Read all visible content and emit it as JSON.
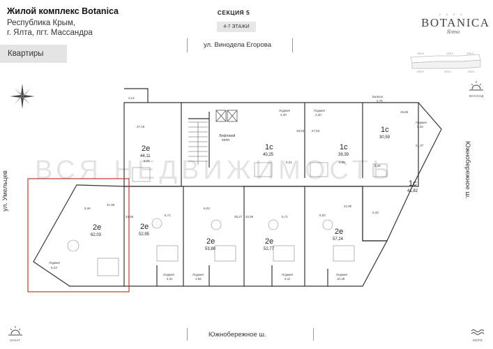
{
  "header": {
    "title": "Жилой комплекс Botanica",
    "address_line1": "Республика Крым,",
    "address_line2": "г. Ялта, пгт. Массандра"
  },
  "section": {
    "title": "СЕКЦИЯ 5",
    "floors": "4-7 ЭТАЖИ"
  },
  "nav": {
    "apartments_tab": "Квартиры"
  },
  "logo": {
    "word": "BOTANICA",
    "sub": "Ялта",
    "nums": "2024"
  },
  "streets": {
    "top": "ул. Винодела Егорова",
    "left": "ул. Умельцев",
    "right": "Южнобережное ш.",
    "bottom": "Южнобережное ш."
  },
  "compass": {
    "sunrise": "ВОСХОД",
    "sunset": "ЗАКАТ",
    "sea": "МОРЕ"
  },
  "watermark": "ВСЯ НЕДВИЖИМОСТЬ",
  "common": {
    "elevator_hall_l1": "Лифтовой",
    "elevator_hall_l2": "холл"
  },
  "apartments": [
    {
      "id": "apt-top-2e",
      "type": "2e",
      "area": "44,11",
      "rooms": [
        "27,16",
        "6,01"
      ],
      "extras": [
        "2,12"
      ]
    },
    {
      "id": "apt-top-1c-a",
      "type": "1c",
      "area": "40,25",
      "rooms": [
        "26,53",
        "5,31"
      ],
      "extras": [
        "Лоджия",
        "4,40"
      ]
    },
    {
      "id": "apt-top-1c-b",
      "type": "1c",
      "area": "39,39",
      "rooms": [
        "27,53",
        "5,06"
      ],
      "extras": [
        "Лоджия",
        "4,40"
      ]
    },
    {
      "id": "apt-top-1c-c",
      "type": "1c",
      "area": "30,59",
      "rooms": [
        "15,66",
        "5,46"
      ],
      "extras": [
        "Балкон",
        "2,76"
      ]
    },
    {
      "id": "apt-right-1c",
      "type": "1c",
      "area": "41,82",
      "rooms": [
        "24,37",
        "5,33"
      ],
      "extras": [
        "Лоджия",
        "6,23"
      ]
    },
    {
      "id": "apt-left-2e",
      "type": "2e",
      "area": "62,03",
      "rooms": [
        "41,95",
        "6,26"
      ],
      "extras": [
        "Лоджия",
        "6,23"
      ]
    },
    {
      "id": "apt-bot-2e-a",
      "type": "2e",
      "area": "52,95",
      "rooms": [
        "34,95",
        "5,71"
      ],
      "extras": [
        "Лоджия",
        "4,31"
      ]
    },
    {
      "id": "apt-bot-2e-b",
      "type": "2e",
      "area": "53,88",
      "rooms": [
        "35,27",
        "6,03"
      ],
      "extras": [
        "Лоджия",
        "4,56"
      ]
    },
    {
      "id": "apt-bot-2e-c",
      "type": "2e",
      "area": "52,77",
      "rooms": [
        "34,95",
        "5,71"
      ],
      "extras": [
        "Лоджия",
        "5,11"
      ]
    },
    {
      "id": "apt-bot-2e-d",
      "type": "2e",
      "area": "57,24",
      "rooms": [
        "41,80",
        "6,03"
      ],
      "extras": [
        "Лоджия",
        "10,38"
      ]
    }
  ],
  "mini_plan_labels": [
    "СЕК 6",
    "СЕК 4",
    "СЕК 2",
    "СЕК 5",
    "СЕК 3",
    "СЕК 1"
  ],
  "colors": {
    "highlight": "#c0392b",
    "wall": "#333333",
    "wm": "#cccccc"
  }
}
